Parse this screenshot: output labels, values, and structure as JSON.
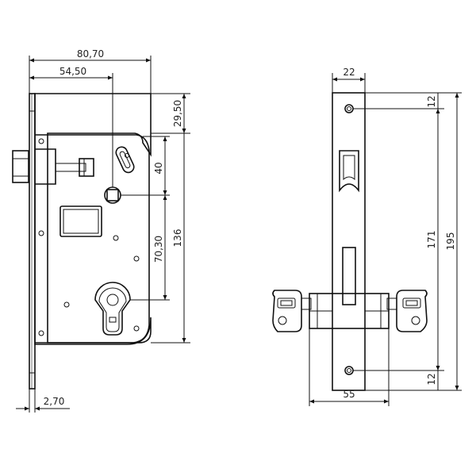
{
  "left_view": {
    "dim_width_total": "80,70",
    "dim_backset": "54,50",
    "dim_top_offset": "29,50",
    "dim_follower_to_cylinder": "70,30",
    "dim_height_body": "136",
    "dim_follower_offset": "40",
    "dim_faceplate_thickness": "2,70"
  },
  "right_view": {
    "dim_faceplate_width": "22",
    "dim_hole_spacing": "171",
    "dim_total_length": "195",
    "dim_top_margin": "12",
    "dim_bottom_margin": "12",
    "dim_cylinder_length": "55"
  },
  "colors": {
    "line": "#111111",
    "background": "#ffffff"
  }
}
